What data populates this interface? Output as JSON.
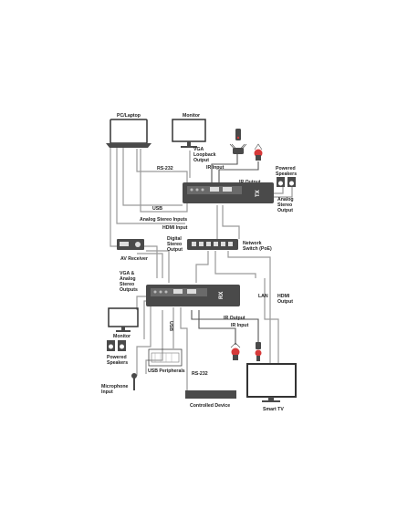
{
  "labels": {
    "pc_laptop": "PC/Laptop",
    "monitor_top": "Monitor",
    "vga_loopback": [
      "VGA",
      "Loopback",
      "Output"
    ],
    "rs232_top": "RS-232",
    "ir_input_top": "IR Input",
    "ir_output_top": "IR Output",
    "powered_speakers_top": [
      "Powered",
      "Speakers"
    ],
    "analog_stereo_output_top": [
      "Analog",
      "Stereo",
      "Output"
    ],
    "usb_top": "USB",
    "analog_stereo_inputs": "Analog Stereo Inputs",
    "hdmi_input": "HDMI Input",
    "tx": "TX",
    "av_receiver": "AV Receiver",
    "digital_stereo_output": [
      "Digital",
      "Stereo",
      "Output"
    ],
    "network_switch": [
      "Network",
      "Switch (PoE)"
    ],
    "vga_analog_outputs": [
      "VGA &",
      "Analog",
      "Stereo",
      "Outputs"
    ],
    "rx": "RX",
    "lan": "LAN",
    "hdmi_output": [
      "HDMI",
      "Output"
    ],
    "monitor_bottom": "Monitor",
    "usb_bottom": "USB",
    "ir_output_bottom": "IR Output",
    "ir_input_bottom": "IR Input",
    "powered_speakers_bottom": [
      "Powered",
      "Speakers"
    ],
    "usb_peripherals": "USB Peripherals",
    "rs232_bottom": "RS-232",
    "microphone_input": [
      "Microphone",
      "Input"
    ],
    "controlled_device": "Controlled Device",
    "smart_tv": "Smart TV"
  },
  "colors": {
    "device": "#4a4a4a",
    "cable": "#9a9a9a",
    "accent_red": "#d63a3a"
  }
}
